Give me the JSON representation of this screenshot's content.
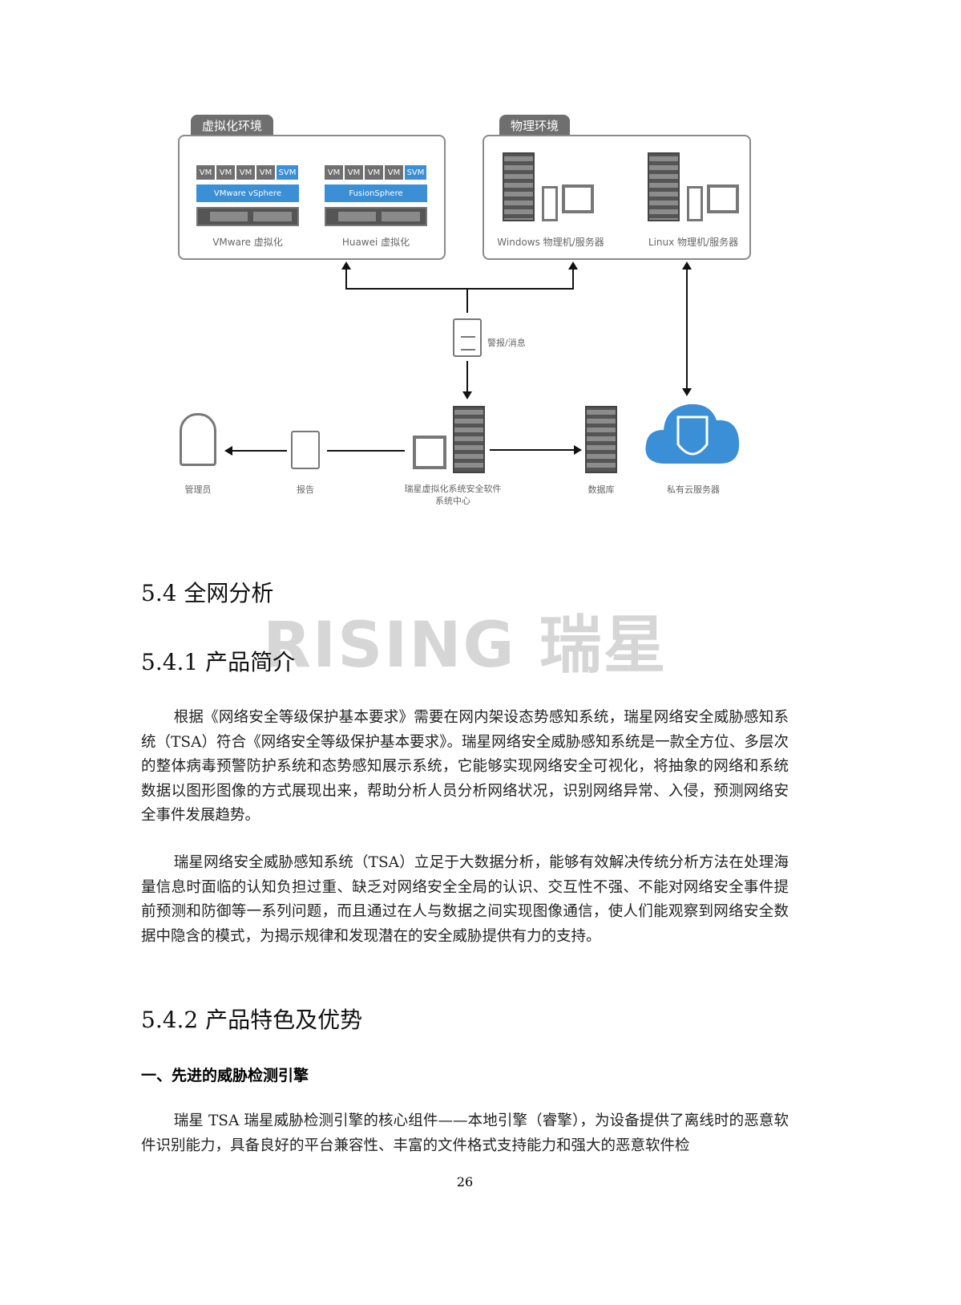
{
  "diagram": {
    "virtual_env": {
      "title": "虚拟化环境",
      "vm": "VM",
      "svm": "SVM",
      "platforms": [
        {
          "name": "VMware vSphere",
          "label": "VMware 虚拟化"
        },
        {
          "name": "FusionSphere",
          "label": "Huawei 虚拟化"
        }
      ]
    },
    "physical_env": {
      "title": "物理环境",
      "labels": [
        "Windows 物理机/服务器",
        "Linux 物理机/服务器"
      ]
    },
    "alert_label": "警报/消息",
    "nodes": {
      "admin": "管理员",
      "report": "报告",
      "center_line1": "瑞星虚拟化系统安全软件",
      "center_line2": "系统中心",
      "database": "数据库",
      "cloud": "私有云服务器"
    }
  },
  "watermark": "RISING 瑞星",
  "section": "5.4 全网分析",
  "sub1": "5.4.1 产品简介",
  "p1": "根据《网络安全等级保护基本要求》需要在网内架设态势感知系统，瑞星网络安全威胁感知系统（TSA）符合《网络安全等级保护基本要求》。瑞星网络安全威胁感知系统是一款全方位、多层次的整体病毒预警防护系统和态势感知展示系统，它能够实现网络安全可视化，将抽象的网络和系统数据以图形图像的方式展现出来，帮助分析人员分析网络状况，识别网络异常、入侵，预测网络安全事件发展趋势。",
  "p2": "瑞星网络安全威胁感知系统（TSA）立足于大数据分析，能够有效解决传统分析方法在处理海量信息时面临的认知负担过重、缺乏对网络安全全局的认识、交互性不强、不能对网络安全事件提前预测和防御等一系列问题，而且通过在人与数据之间实现图像通信，使人们能观察到网络安全数据中隐含的模式，为揭示规律和发现潜在的安全威胁提供有力的支持。",
  "sub2": "5.4.2 产品特色及优势",
  "h1": "一、先进的威胁检测引擎",
  "p3": "瑞星 TSA 瑞星威胁检测引擎的核心组件——本地引擎（睿擎），为设备提供了离线时的恶意软件识别能力，具备良好的平台兼容性、丰富的文件格式支持能力和强大的恶意软件检",
  "page_number": "26"
}
